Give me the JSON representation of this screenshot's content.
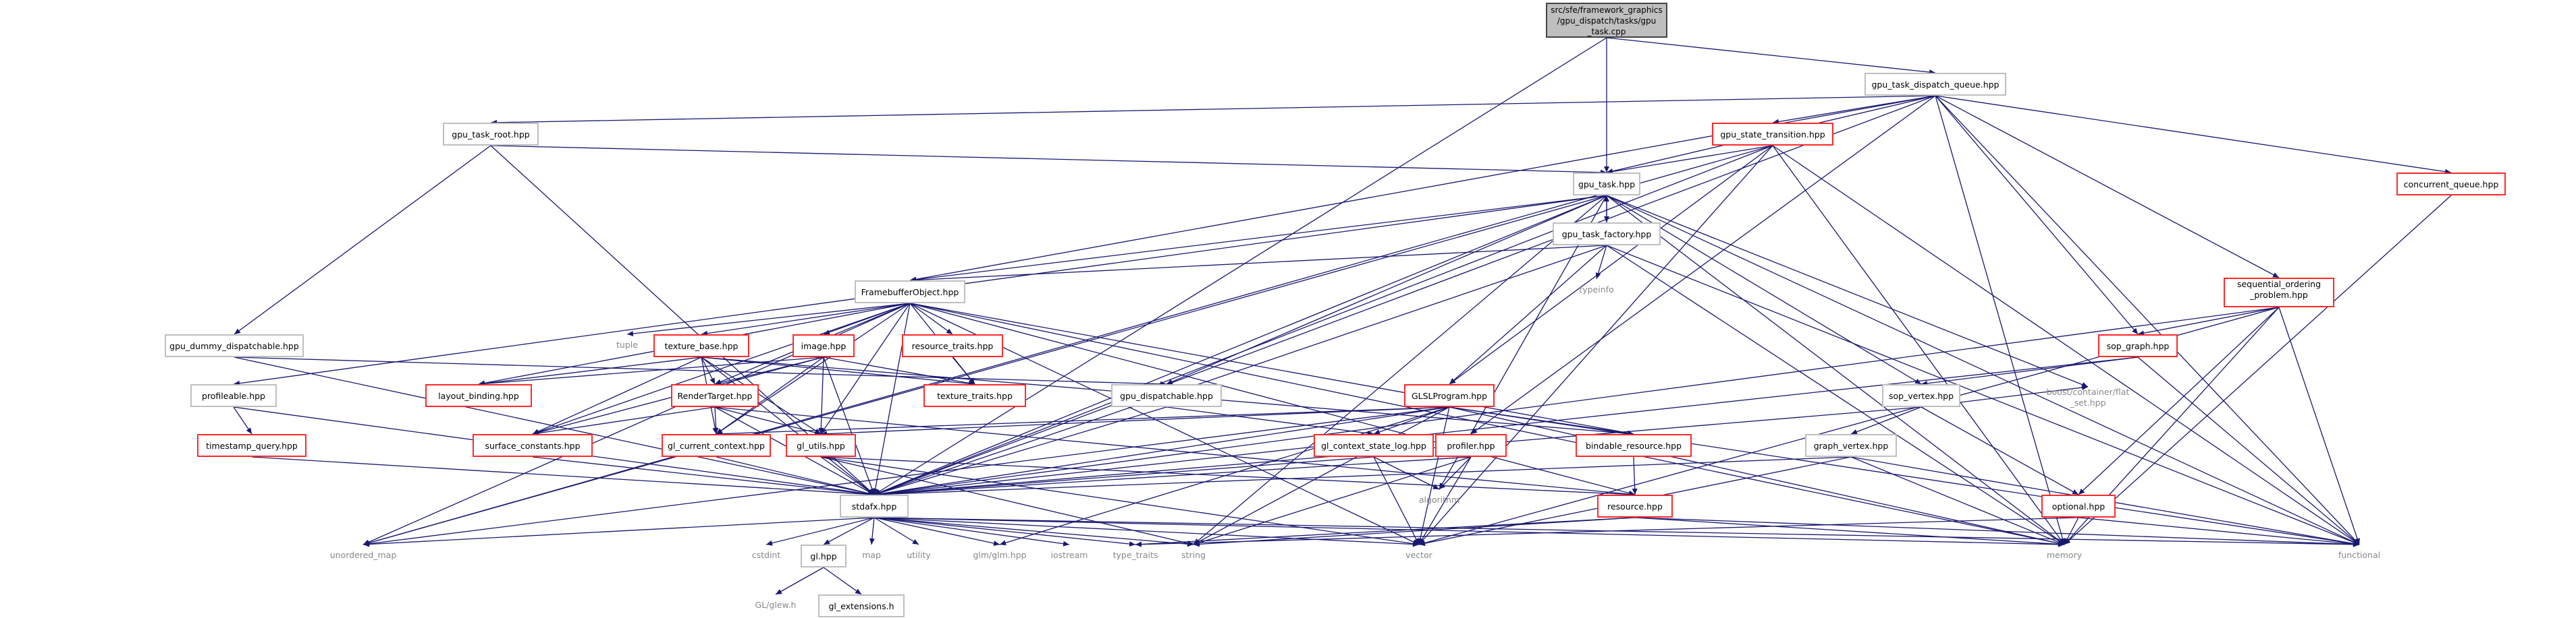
{
  "graph": {
    "root_lines": [
      "src/sfe/framework_graphics",
      "/gpu_dispatch/tasks/gpu",
      "_task.cpp"
    ],
    "nodes": {
      "gtdq": "gpu_task_dispatch_queue.hpp",
      "gtr": "gpu_task_root.hpp",
      "gst": "gpu_state_transition.hpp",
      "cq": "concurrent_queue.hpp",
      "gth": "gpu_task.hpp",
      "gtf": "gpu_task_factory.hpp",
      "typeinfo": "typeinfo",
      "fbo": "FramebufferObject.hpp",
      "sop_a": "sequential_ordering",
      "sop_b": "_problem.hpp",
      "sopg": "sop_graph.hpp",
      "gdd": "gpu_dummy_dispatchable.hpp",
      "tuple": "tuple",
      "tb": "texture_base.hpp",
      "img": "image.hpp",
      "rt": "resource_traits.hpp",
      "tt": "texture_traits.hpp",
      "lb": "layout_binding.hpp",
      "rtgt": "RenderTarget.hpp",
      "gdisp": "gpu_dispatchable.hpp",
      "glsl": "GLSLProgram.hpp",
      "sopv": "sop_vertex.hpp",
      "bfs_a": "boost/container/flat",
      "bfs_b": "_set.hpp",
      "prof": "profileable.hpp",
      "tsq": "timestamp_query.hpp",
      "sc": "surface_constants.hpp",
      "gcc": "gl_current_context.hpp",
      "glu": "gl_utils.hpp",
      "gcsl": "gl_context_state_log.hpp",
      "br": "bindable_resource.hpp",
      "profr": "profiler.hpp",
      "gv": "graph_vertex.hpp",
      "algo": "algorithm",
      "stdafx": "stdafx.hpp",
      "res": "resource.hpp",
      "opt": "optional.hpp",
      "umap": "unordered_map",
      "cstdint": "cstdint",
      "glhpp": "gl.hpp",
      "map": "map",
      "utility": "utility",
      "glm": "glm/glm.hpp",
      "iostream": "iostream",
      "typetraits": "type_traits",
      "string": "string",
      "vector": "vector",
      "memory": "memory",
      "functional": "functional",
      "glew": "GL/glew.h",
      "glext": "gl_extensions.h"
    }
  }
}
